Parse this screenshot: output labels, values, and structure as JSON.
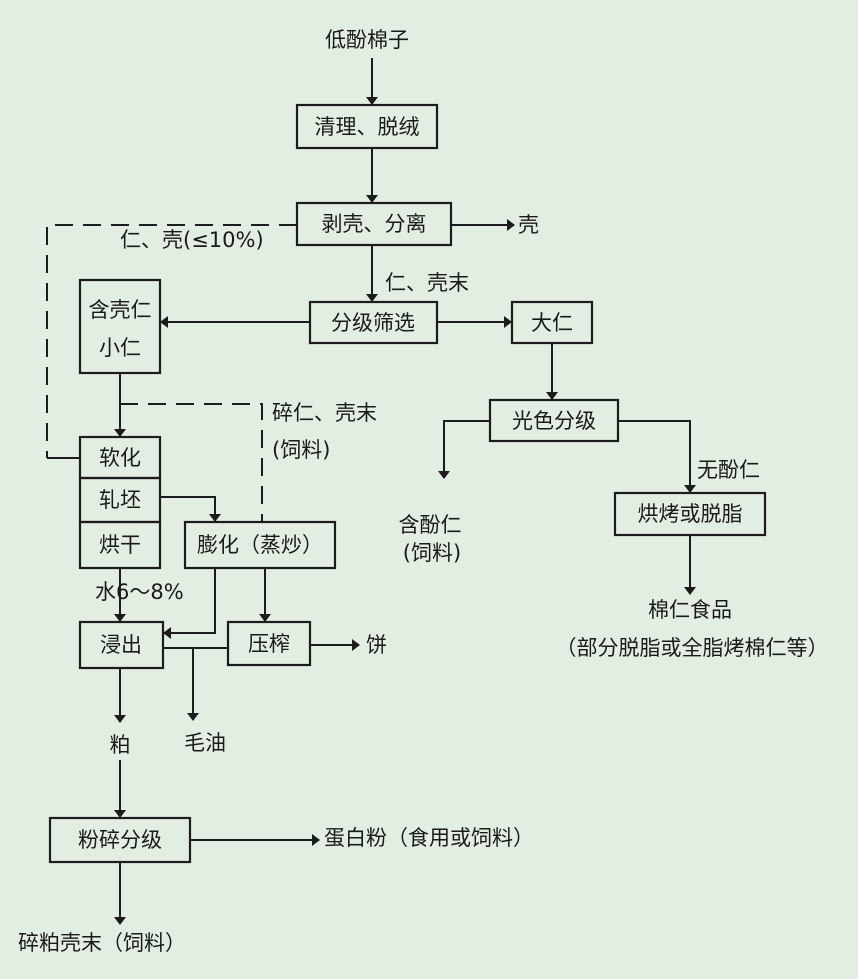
{
  "input": "低酚棉子",
  "boxes": {
    "clean": "清理、脱绒",
    "dehull": "剥壳、分离",
    "screen": "分级筛选",
    "small1": "含壳仁",
    "small2": "小仁",
    "large": "大仁",
    "color": "光色分级",
    "roast": "烘烤或脱脂",
    "soften": "软化",
    "flake": "轧坯",
    "dry": "烘干",
    "expand": "膨化（蒸炒）",
    "extract": "浸出",
    "press": "压榨",
    "grind": "粉碎分级"
  },
  "labels": {
    "hull": "壳",
    "kernel_hull_limit": "仁、壳(≤10%)",
    "kernel_hull_fines": "仁、壳末",
    "broken_fines": "碎仁、壳末",
    "broken_feed": "(饲料)",
    "gossypol_kernel": "含酚仁",
    "gossypol_feed": "(饲料)",
    "gossypol_free": "无酚仁",
    "food": "棉仁食品",
    "food_note": "（部分脱脂或全脂烤棉仁等）",
    "moisture": "水6～8%",
    "cake": "饼",
    "meal": "粕",
    "crude_oil": "毛油",
    "protein": "蛋白粉（食用或饲料）",
    "final": "碎粕壳末（饲料）"
  }
}
